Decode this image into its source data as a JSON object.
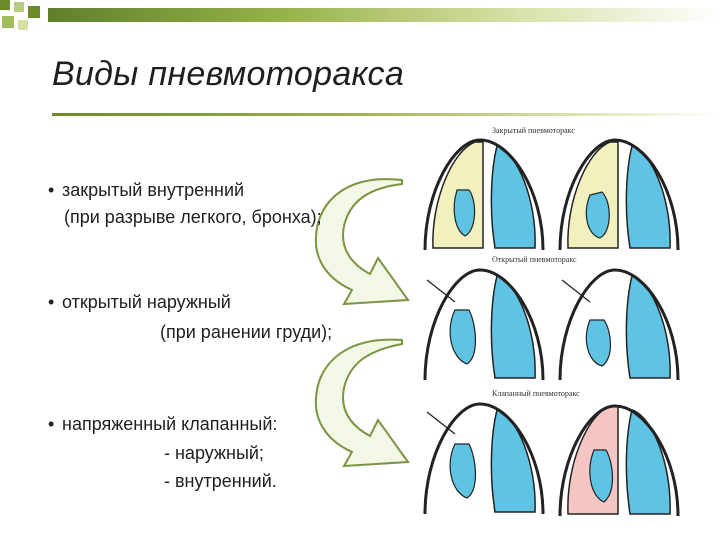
{
  "slide": {
    "title": "Виды пневмоторакса",
    "bullets": [
      {
        "line1": "закрытый внутренний",
        "line2": "(при разрыве легкого, бронха);"
      },
      {
        "line1": "открытый наружный",
        "line2": "(при ранении груди);"
      },
      {
        "line1": "напряженный клапанный:",
        "line2": "- наружный;",
        "line3": "- внутренний."
      }
    ],
    "bullet_glyph": "•",
    "figure_captions": [
      "Закрытый пневмоторакс",
      "Открытый пневмоторакс",
      "Клапанный пневмоторакс"
    ]
  },
  "colors": {
    "accent_dark": "#5f7f2a",
    "accent_light": "#c8d99a",
    "lung_blue": "#5fc3e4",
    "pleural_yellow": "#f3f0bf",
    "pleural_pink": "#f3c6c4",
    "arrow_fill": "#f2f7e6"
  },
  "icons": [
    "curved-arrow-icon",
    "lung-diagram-icon",
    "decorative-squares-icon"
  ]
}
